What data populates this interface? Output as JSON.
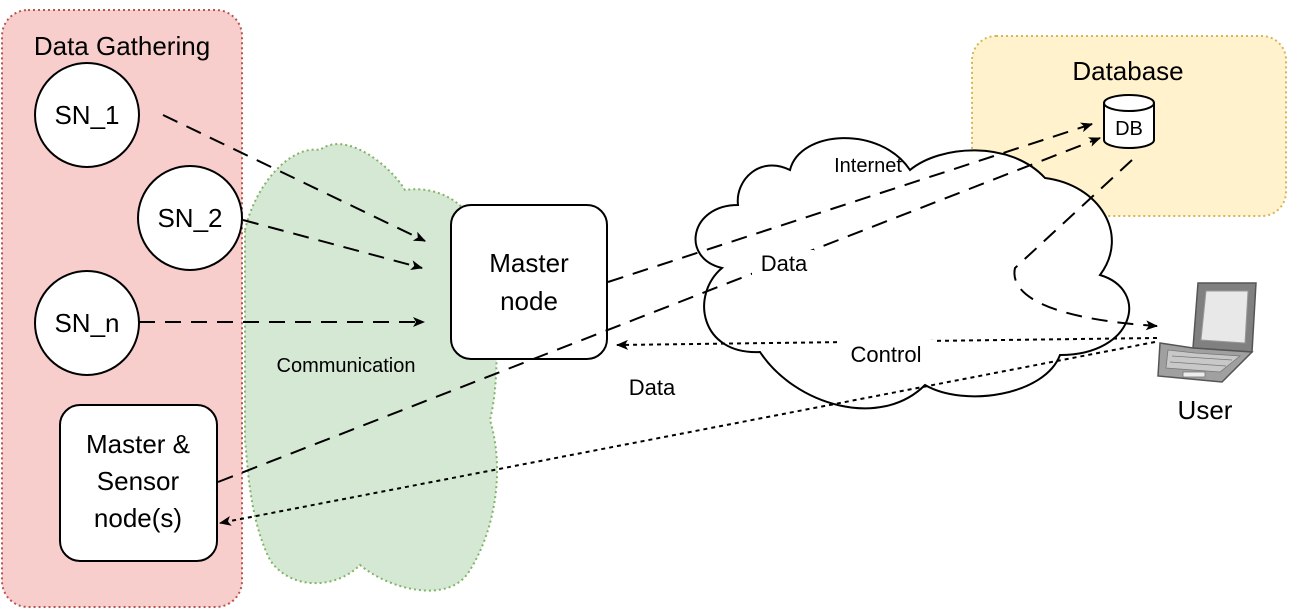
{
  "regions": {
    "data_gathering": "Data Gathering",
    "database": "Database",
    "communication": "Communication",
    "internet": "Internet"
  },
  "nodes": {
    "sn1": "SN_1",
    "sn2": "SN_2",
    "snn": "SN_n",
    "master": [
      "Master",
      "node"
    ],
    "master_sensor": [
      "Master &",
      "Sensor",
      "node(s)"
    ],
    "db": "DB",
    "user": "User"
  },
  "edge_labels": {
    "data_top": "Data",
    "data_bottom": "Data",
    "control": "Control"
  },
  "colors": {
    "data_gathering_fill": "#f8cecc",
    "data_gathering_border": "#b85450",
    "database_fill": "#fff2cc",
    "database_border": "#d6b656",
    "communication_fill": "#d5e8d4",
    "communication_border": "#82b366"
  }
}
